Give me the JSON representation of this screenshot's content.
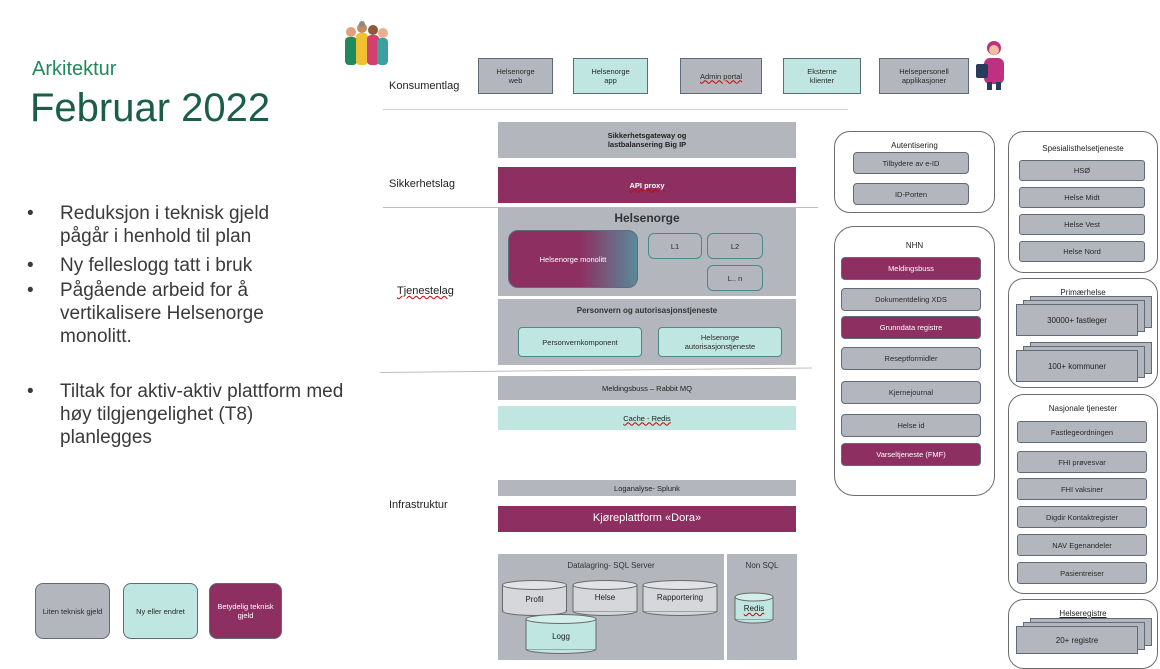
{
  "header": {
    "subtitle": "Arkitektur",
    "title": "Februar 2022"
  },
  "bullets": [
    "Reduksjon i teknisk gjeld pågår i henhold til plan",
    "Ny felleslogg tatt i bruk",
    "Pågående arbeid for å vertikalisere Helsenorge monolitt.",
    "Tiltak for aktiv-aktiv plattform med høy tilgjengelighet (T8) planlegges"
  ],
  "legend": [
    {
      "label": "Liten teknisk gjeld",
      "color": "#b3b6bd"
    },
    {
      "label": "Ny eller endret",
      "color": "#bfe6e0"
    },
    {
      "label": "Betydelig teknisk gjeld",
      "color": "#8e2f61"
    }
  ],
  "layers": {
    "konsument": "Konsumentlag",
    "sikkerhet": "Sikkerhetslag",
    "tjeneste": "Tjenestelag",
    "infra": "Infrastruktur"
  },
  "konsument_boxes": [
    "Helsenorge web",
    "Helsenorge app",
    "Admin portal",
    "Eksterne klienter",
    "Helsepersonell applikasjoner"
  ],
  "sikkerhet": {
    "gateway": "Sikkerhetsgateway og lastbalansering Big IP",
    "api_proxy": "API proxy"
  },
  "tjeneste": {
    "helsenorge": "Helsenorge",
    "monolitt": "Helsenorge monolitt",
    "l1": "L1",
    "l2": "L2",
    "ln": "L.. n",
    "personvern_title": "Personvern og autorisasjonstjeneste",
    "personvernkomponent": "Personvernkomponent",
    "autorisasjon": "Helsenorge autorisasjonstjeneste"
  },
  "infra": {
    "meldingsbuss": "Meldingsbuss – Rabbit MQ",
    "cache": "Cache - Redis",
    "loganalyse": "Loganalyse- Splunk",
    "kjoreplattform": "Kjøreplattform «Dora»",
    "datalagring": "Datalagring- SQL Server",
    "nonsql": "Non SQL",
    "profil": "Profil",
    "helse": "Helse",
    "rapportering": "Rapportering",
    "logg": "Logg",
    "redis": "Redis"
  },
  "autentisering": {
    "title": "Autentisering",
    "items": [
      "Tilbydere av e-ID",
      "ID-Porten"
    ]
  },
  "nhn": {
    "title": "NHN",
    "items": [
      {
        "label": "Meldingsbuss",
        "color": "#8e2f61"
      },
      {
        "label": "Dokumentdeling XDS",
        "color": "#b3b6bd"
      },
      {
        "label": "Grunndata registre",
        "color": "#8e2f61"
      },
      {
        "label": "Reseptformidler",
        "color": "#b3b6bd"
      },
      {
        "label": "Kjernejournal",
        "color": "#b3b6bd"
      },
      {
        "label": "Helse id",
        "color": "#b3b6bd"
      },
      {
        "label": "Varseltjeneste (FMF)",
        "color": "#8e2f61"
      }
    ]
  },
  "spesialist": {
    "title": "Spesialisthelsetjeneste",
    "items": [
      "HSØ",
      "Helse Midt",
      "Helse Vest",
      "Helse Nord"
    ]
  },
  "primaer": {
    "title": "Primærhelse",
    "items": [
      "30000+ fastleger",
      "100+ kommuner"
    ]
  },
  "nasjonale": {
    "title": "Nasjonale tjenester",
    "items": [
      "Fastlegeordningen",
      "FHI prøvesvar",
      "FHI vaksiner",
      "Digdir Kontaktregister",
      "NAV Egenandeler",
      "Pasientreiser"
    ]
  },
  "helseregistre": {
    "title": "Helseregistre",
    "items": [
      "20+ registre"
    ]
  }
}
